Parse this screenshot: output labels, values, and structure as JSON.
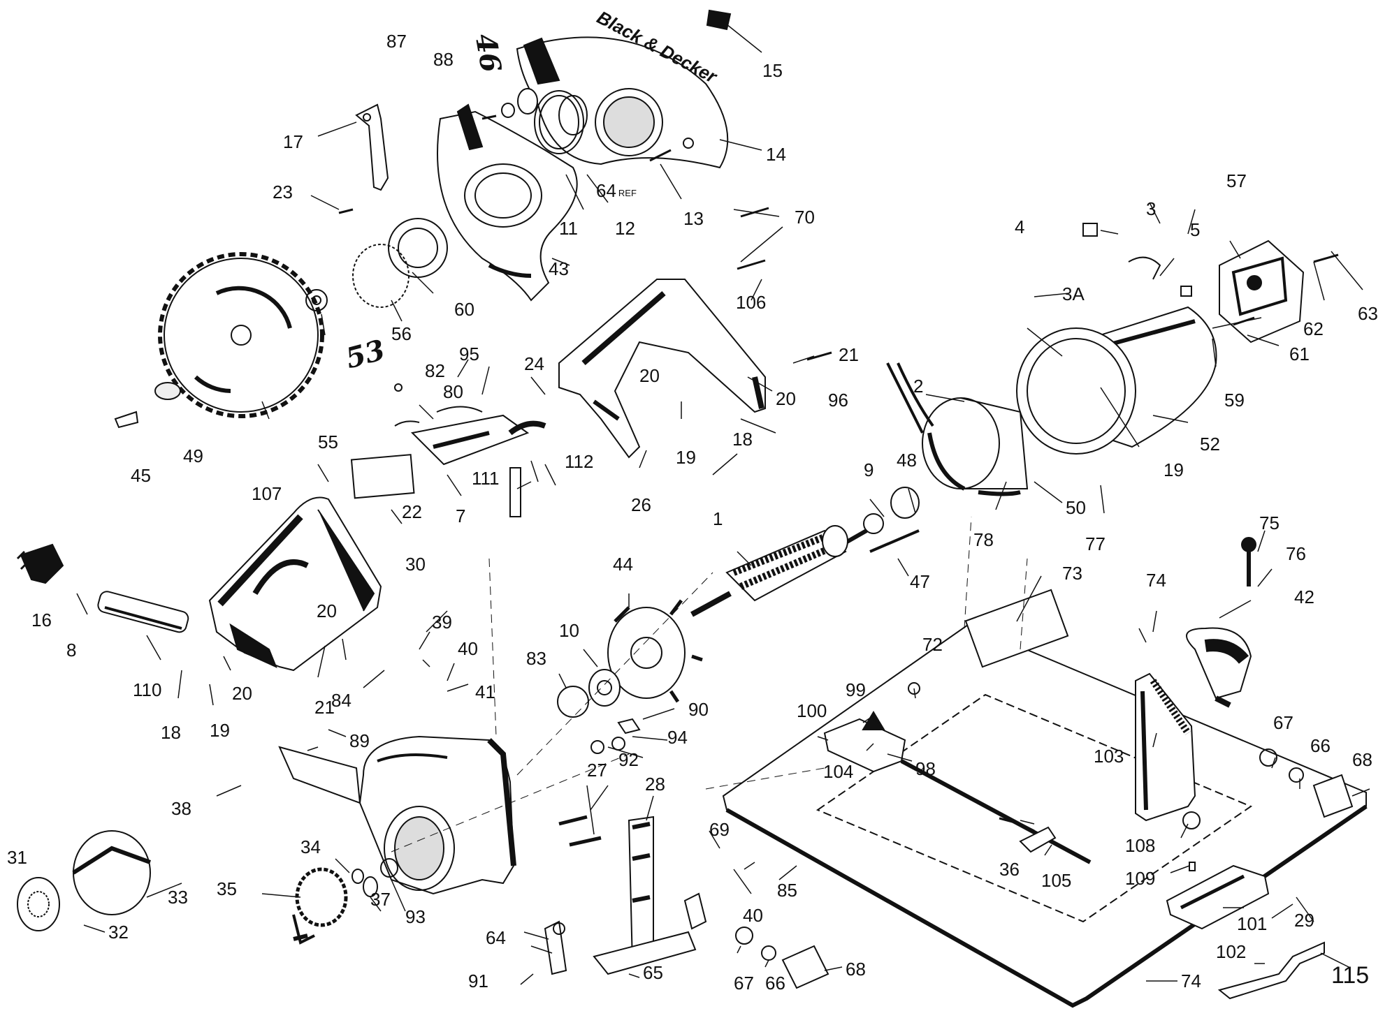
{
  "brand_text": "Black & Decker",
  "handwritten": {
    "n46": "46",
    "n53": "53"
  },
  "colors": {
    "ink": "#111111",
    "paper": "#ffffff"
  },
  "callouts": {
    "n1": "1",
    "n2": "2",
    "n3": "3",
    "n3A": "3A",
    "n4": "4",
    "n5": "5",
    "n7": "7",
    "n8": "8",
    "n9": "9",
    "n10": "10",
    "n11": "11",
    "n12": "12",
    "n13": "13",
    "n14": "14",
    "n15": "15",
    "n16": "16",
    "n17": "17",
    "n18a": "18",
    "n18b": "18",
    "n19a": "19",
    "n19b": "19",
    "n19c": "19",
    "n20a": "20",
    "n20b": "20",
    "n20c": "20",
    "n20d": "20",
    "n21a": "21",
    "n21b": "21",
    "n22": "22",
    "n23": "23",
    "n24": "24",
    "n26": "26",
    "n27": "27",
    "n28": "28",
    "n29": "29",
    "n30": "30",
    "n31": "31",
    "n32": "32",
    "n33": "33",
    "n34": "34",
    "n35": "35",
    "n36": "36",
    "n37": "37",
    "n38": "38",
    "n39": "39",
    "n40a": "40",
    "n40b": "40",
    "n41": "41",
    "n42": "42",
    "n43": "43",
    "n44": "44",
    "n45": "45",
    "n47": "47",
    "n48": "48",
    "n49": "49",
    "n50": "50",
    "n52": "52",
    "n55": "55",
    "n56": "56",
    "n57": "57",
    "n59": "59",
    "n60": "60",
    "n61": "61",
    "n62": "62",
    "n63": "63",
    "n64a": "64",
    "n64b": "64",
    "n64ref": "REF",
    "n65": "65",
    "n66a": "66",
    "n66b": "66",
    "n67a": "67",
    "n67b": "67",
    "n68a": "68",
    "n68b": "68",
    "n69": "69",
    "n70": "70",
    "n72": "72",
    "n73": "73",
    "n74a": "74",
    "n74b": "74",
    "n75": "75",
    "n76": "76",
    "n77": "77",
    "n78": "78",
    "n80": "80",
    "n82": "82",
    "n83": "83",
    "n84": "84",
    "n85": "85",
    "n87": "87",
    "n88": "88",
    "n89": "89",
    "n90": "90",
    "n91": "91",
    "n92": "92",
    "n93": "93",
    "n94": "94",
    "n95": "95",
    "n96": "96",
    "n98": "98",
    "n99": "99",
    "n100": "100",
    "n101": "101",
    "n102": "102",
    "n103": "103",
    "n104": "104",
    "n105": "105",
    "n106": "106",
    "n107": "107",
    "n108": "108",
    "n109": "109",
    "n110": "110",
    "n111": "111",
    "n112": "112",
    "n115": "115"
  }
}
